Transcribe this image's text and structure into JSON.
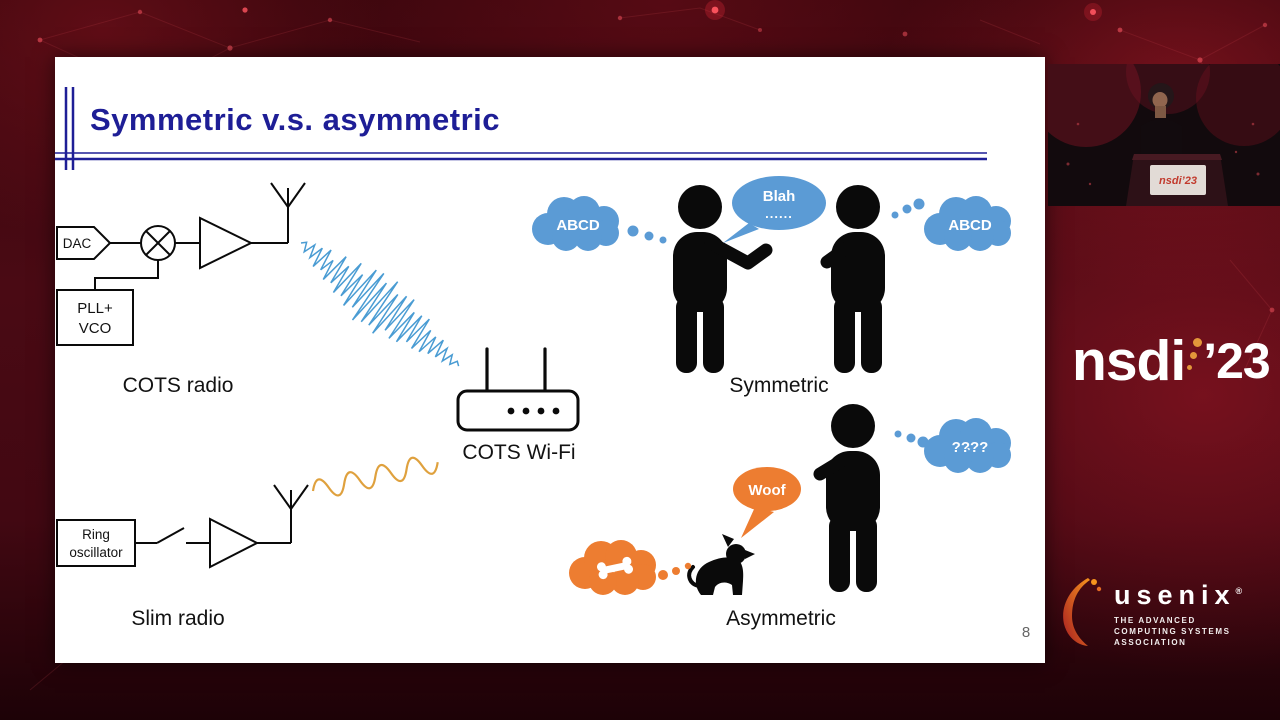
{
  "slide": {
    "title": "Symmetric v.s. asymmetric",
    "page_number": "8",
    "cots_radio": {
      "dac": "DAC",
      "pll_line1": "PLL+",
      "pll_line2": "VCO",
      "caption": "COTS radio"
    },
    "wifi": {
      "caption": "COTS Wi-Fi"
    },
    "slim_radio": {
      "osc_line1": "Ring",
      "osc_line2": "oscillator",
      "caption": "Slim radio"
    },
    "symmetric": {
      "thought_left": "ABCD",
      "speech_line1": "Blah",
      "speech_line2": "......",
      "thought_right": "ABCD",
      "caption": "Symmetric"
    },
    "asymmetric": {
      "thought_person": "????",
      "speech_dog": "Woof",
      "caption": "Asymmetric"
    }
  },
  "sidebar": {
    "speaker_video": {
      "podium_sign": "nsdi’23"
    },
    "nsdi_logo": {
      "name": "nsdi",
      "year": "’23"
    },
    "usenix_logo": {
      "wordmark": "usenix",
      "registered": "®",
      "tagline_line1": "THE ADVANCED",
      "tagline_line2": "COMPUTING SYSTEMS",
      "tagline_line3": "ASSOCIATION"
    }
  },
  "colors": {
    "title_navy": "#1E1E96",
    "diagram_black": "#0A0A0A",
    "cloud_blue": "#5B9BD5",
    "speech_orange": "#ED7D31",
    "noise_blue": "#4A9CD3",
    "wave_orange": "#DFA13E",
    "background_red": "#4A0A14",
    "usenix_orange": "#F7941D",
    "usenix_red": "#C1272D"
  }
}
